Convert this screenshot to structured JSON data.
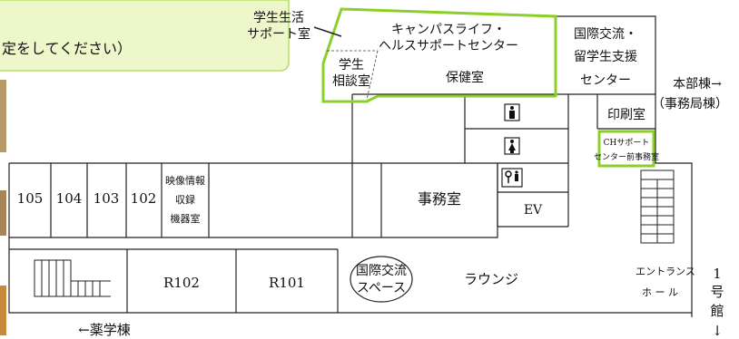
{
  "note": {
    "text": "定をしてください）"
  },
  "rooms": {
    "student_life_label": [
      "学生生活",
      "サポート室"
    ],
    "campus_life": [
      "キャンパスライフ・",
      "ヘルスサポートセンター"
    ],
    "student_consult": [
      "学生",
      "相談室"
    ],
    "health_room": "保健室",
    "international_center": [
      "国際交流・",
      "留学生支援",
      "センター"
    ],
    "print_room": "印刷室",
    "ch_support": [
      "CHサポート",
      "センター前事務室"
    ],
    "office": "事務室",
    "ev": "EV",
    "r105": "105",
    "r104": "104",
    "r103": "103",
    "r102": "102",
    "media_storage": [
      "映像情報",
      "収録",
      "機器室"
    ],
    "R102": "R102",
    "R101": "R101",
    "intl_space": [
      "国際交流",
      "スペース"
    ],
    "lounge": "ラウンジ",
    "entrance_hall": [
      "エントランス",
      "ホ ー ル"
    ]
  },
  "directions": {
    "main_building": [
      "本部棟→",
      "（事務局棟）"
    ],
    "pharmacy_building": "←薬学棟",
    "building1": [
      "1",
      "号",
      "館",
      "↓"
    ]
  },
  "icons": {
    "male_restroom": "male-restroom-icon",
    "female_restroom": "female-restroom-icon",
    "accessible_restroom": "accessible-restroom-icon"
  },
  "colors": {
    "highlight_green": "#8ccf2a",
    "note_fill": "#eef7c9",
    "note_border": "#b6dd6a",
    "line": "#222222"
  }
}
